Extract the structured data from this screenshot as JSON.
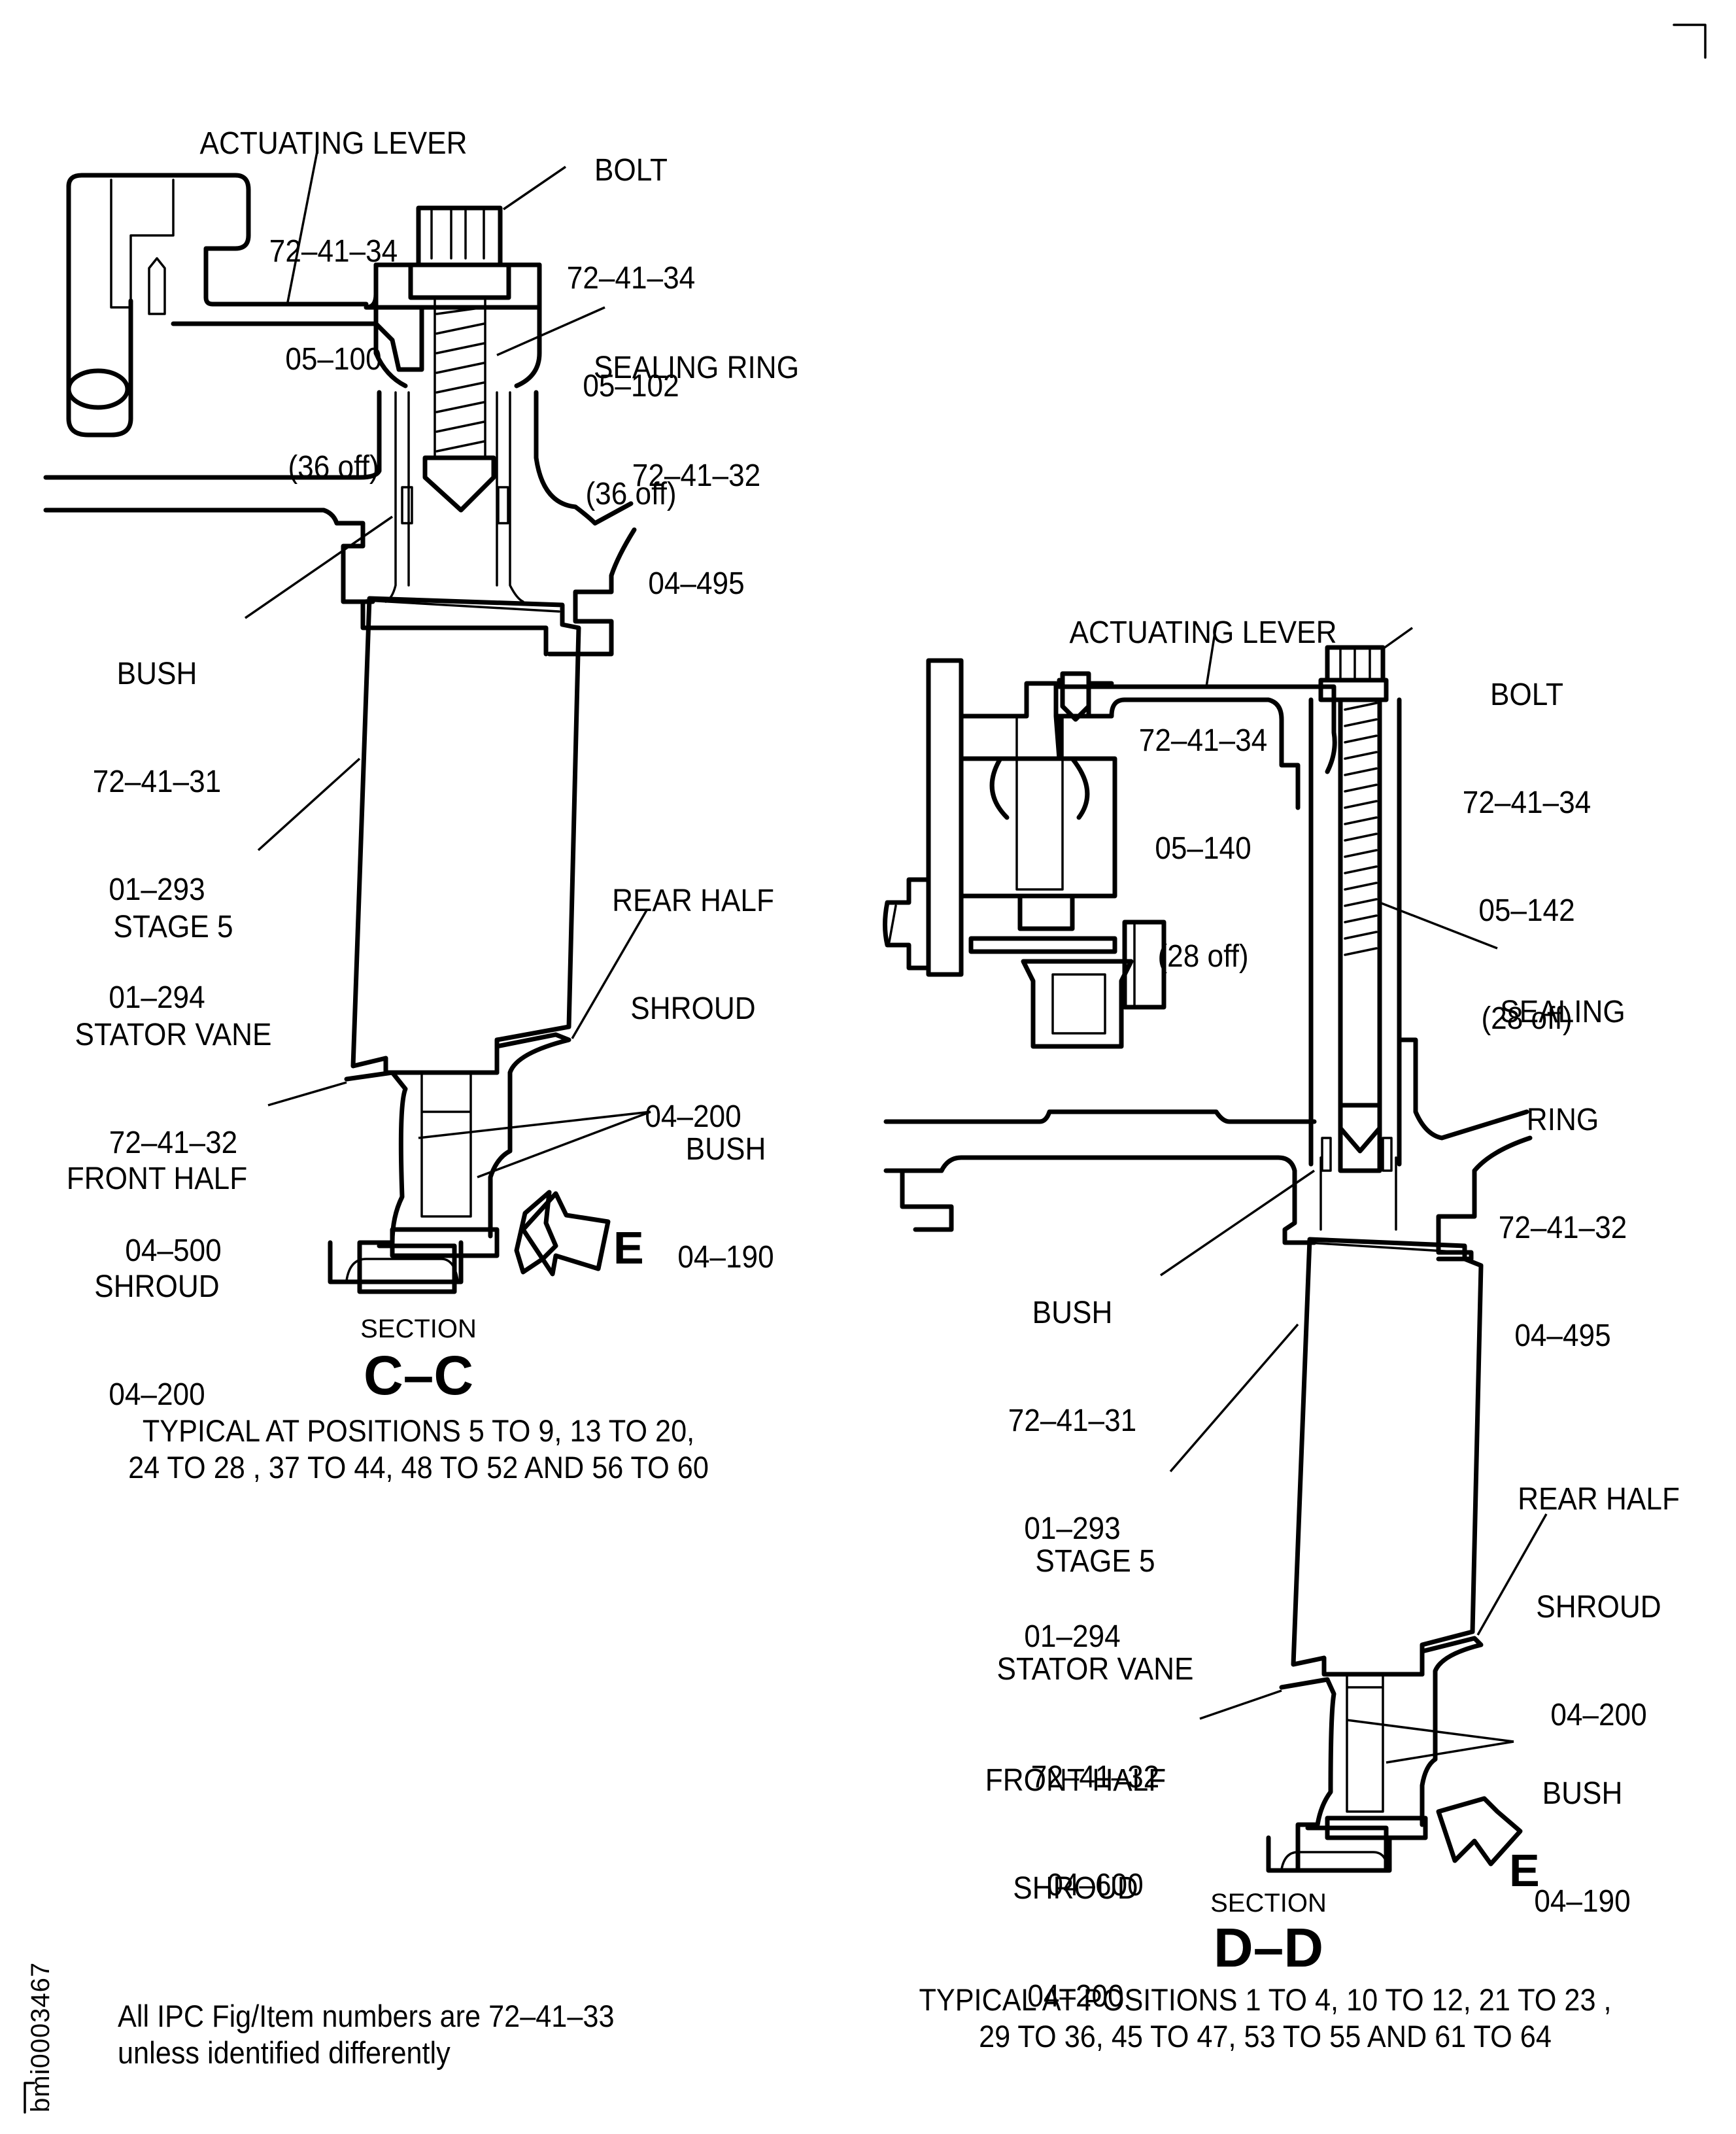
{
  "figure": {
    "document_ref": "bmi0003467",
    "note": [
      "All IPC Fig/Item numbers are 72–41–33",
      "unless identified differently"
    ]
  },
  "section_cc": {
    "section_word": "SECTION",
    "section_id": "C–C",
    "view_arrow_label": "E",
    "typical": [
      "TYPICAL AT POSITIONS 5 TO 9, 13 TO 20,",
      "24 TO 28 , 37 TO 44, 48 TO 52 AND 56 TO 60"
    ],
    "callouts": {
      "actuating_lever": [
        "ACTUATING LEVER",
        "72–41–34",
        "05–100",
        "(36 off)"
      ],
      "bolt": [
        "BOLT",
        "72–41–34",
        "05–102",
        "(36 off)"
      ],
      "sealing_ring": [
        "SEALING RING",
        "72–41–32",
        "04–495"
      ],
      "bush_upper": [
        "BUSH",
        "72–41–31",
        "01–293",
        "01–294"
      ],
      "stator_vane": [
        "STAGE 5",
        "STATOR VANE",
        "72–41–32",
        "04–500"
      ],
      "rear_half_shroud": [
        "REAR HALF",
        "SHROUD",
        "04–200"
      ],
      "front_half_shroud": [
        "FRONT HALF",
        "SHROUD",
        "04–200"
      ],
      "bush_lower": [
        "BUSH",
        "04–190"
      ]
    }
  },
  "section_dd": {
    "section_word": "SECTION",
    "section_id": "D–D",
    "view_arrow_label": "E",
    "typical": [
      "TYPICAL AT POSITIONS 1 TO 4, 10 TO 12, 21 TO 23 ,",
      "29 TO 36, 45 TO 47, 53 TO 55 AND 61 TO 64"
    ],
    "callouts": {
      "actuating_lever": [
        "ACTUATING LEVER",
        "72–41–34",
        "05–140",
        "(28 off)"
      ],
      "bolt": [
        "BOLT",
        "72–41–34",
        "05–142",
        "(28 off)"
      ],
      "sealing_ring": [
        "SEALING",
        "RING",
        "72–41–32",
        "04–495"
      ],
      "bush_upper": [
        "BUSH",
        "72–41–31",
        "01–293",
        "01–294"
      ],
      "stator_vane": [
        "STAGE 5",
        "STATOR VANE",
        "72–41–32",
        "04–600"
      ],
      "rear_half_shroud": [
        "REAR HALF",
        "SHROUD",
        "04–200"
      ],
      "front_half_shroud": [
        "FRONT HALF",
        "SHROUD",
        "04–200"
      ],
      "bush_lower": [
        "BUSH",
        "04–190"
      ]
    }
  }
}
